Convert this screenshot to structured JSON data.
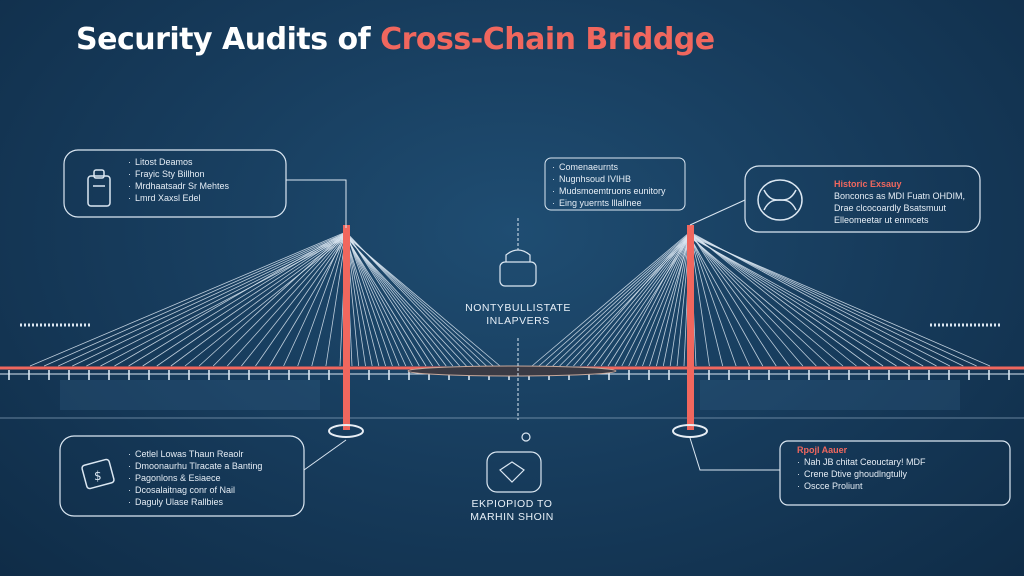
{
  "title": {
    "part1": "Security Audit",
    "part2": "s of ",
    "accent": "Cross-Chain Briddge"
  },
  "colors": {
    "background": "#163a5a",
    "accent": "#f0675e",
    "line": "#dbe7f2",
    "title": "#ffffff"
  },
  "callouts": {
    "top_left": {
      "icon": "clipboard-icon",
      "items": [
        "Litost Deamos",
        "Frayic Sty Billhon",
        "Mrdhaatsadr Sr Mehtes",
        "Lmrd Xaxsl Edel"
      ]
    },
    "top_center": {
      "items": [
        "Comenaeurnts",
        "Nugnhsoud IVIHB",
        "Mudsmoemtruons eunitory",
        "Eing yuernts lllallnee"
      ]
    },
    "top_right": {
      "icon": "dna-helix-icon",
      "head": "Historic Exsauy",
      "lines": [
        "Bonconcs as MDI Fuatn OHDIM,",
        "Drae clcocoardly Bsatsmuut",
        "Elleomeetar ut enmcets"
      ]
    },
    "bottom_left": {
      "icon": "wallet-icon",
      "items": [
        "Cetlel Lowas Thaun Reaolr",
        "Dmoonaurhu Tlracate a Banting",
        "Pagonlons & Esiaece",
        "Dcosalaitnag conr of Nail",
        "Daguly Ulase Rallbies"
      ]
    },
    "bottom_right": {
      "head": "Rpojl Aauer",
      "items": [
        "Nah JB chitat Ceouctary! MDF",
        "Crene Dtive ghoudlngtully",
        "Oscce Proliunt"
      ]
    }
  },
  "center_top_label": [
    "NONTYBULLISTATE",
    "INLAPVERS"
  ],
  "center_bottom_label": [
    "EKPIOPIOD TO",
    "MARHIN SHOIN"
  ]
}
